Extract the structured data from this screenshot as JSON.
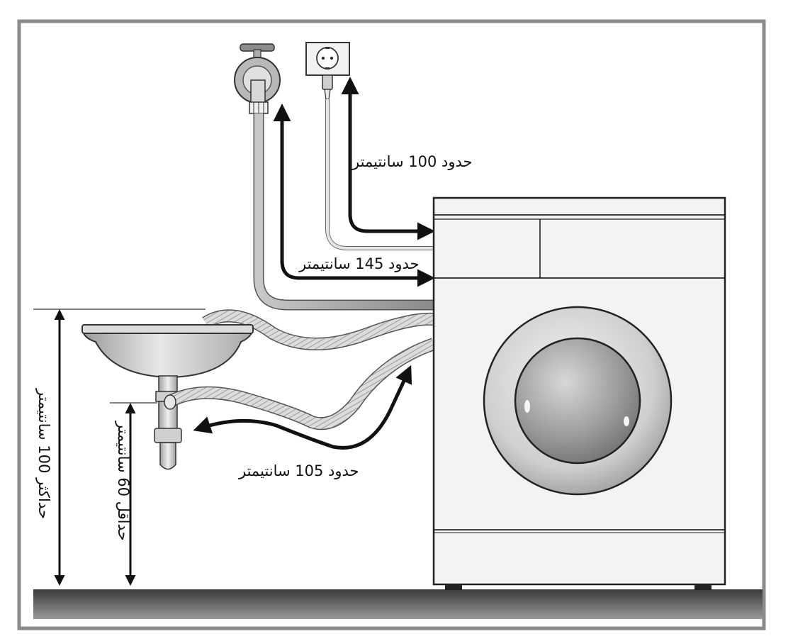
{
  "labels": {
    "power_cord": "حدود 100 سانتيمتر",
    "water_hose": "حدود 145 سانتيمتر",
    "drain_hose": "حدود 105 سانتيمتر",
    "max_height": "حداكثر 100 سانتيمتر",
    "min_height": "حداقل 60 سانتيمتر"
  },
  "colors": {
    "frame": "#8a8a8a",
    "floor": "#5a5a5a",
    "arrow": "#111111",
    "machine_body": "#f2f2f2"
  }
}
